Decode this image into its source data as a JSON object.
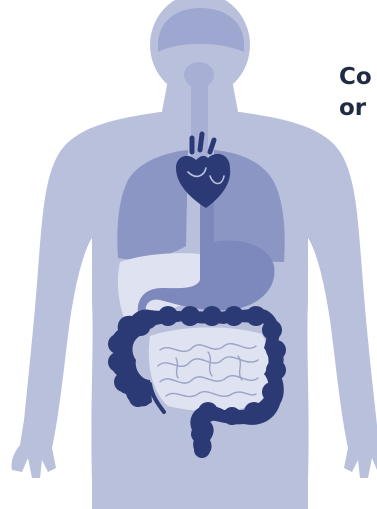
{
  "caption": {
    "line1": "Co",
    "line2": "or"
  },
  "colors": {
    "background": "#ffffff",
    "body_silhouette": "#b9c0dc",
    "head_detail": "#9ea7cf",
    "lungs": "#8c96c4",
    "windpipe": "#a7b0d4",
    "stomach": "#7d88bd",
    "liver_small_intestine": "#dfe3f1",
    "colon_and_heart": "#2b3a74",
    "caption_text": "#1f2a44"
  },
  "organs": [
    "brain",
    "trachea",
    "heart",
    "lungs",
    "liver",
    "stomach",
    "small-intestine",
    "colon"
  ]
}
